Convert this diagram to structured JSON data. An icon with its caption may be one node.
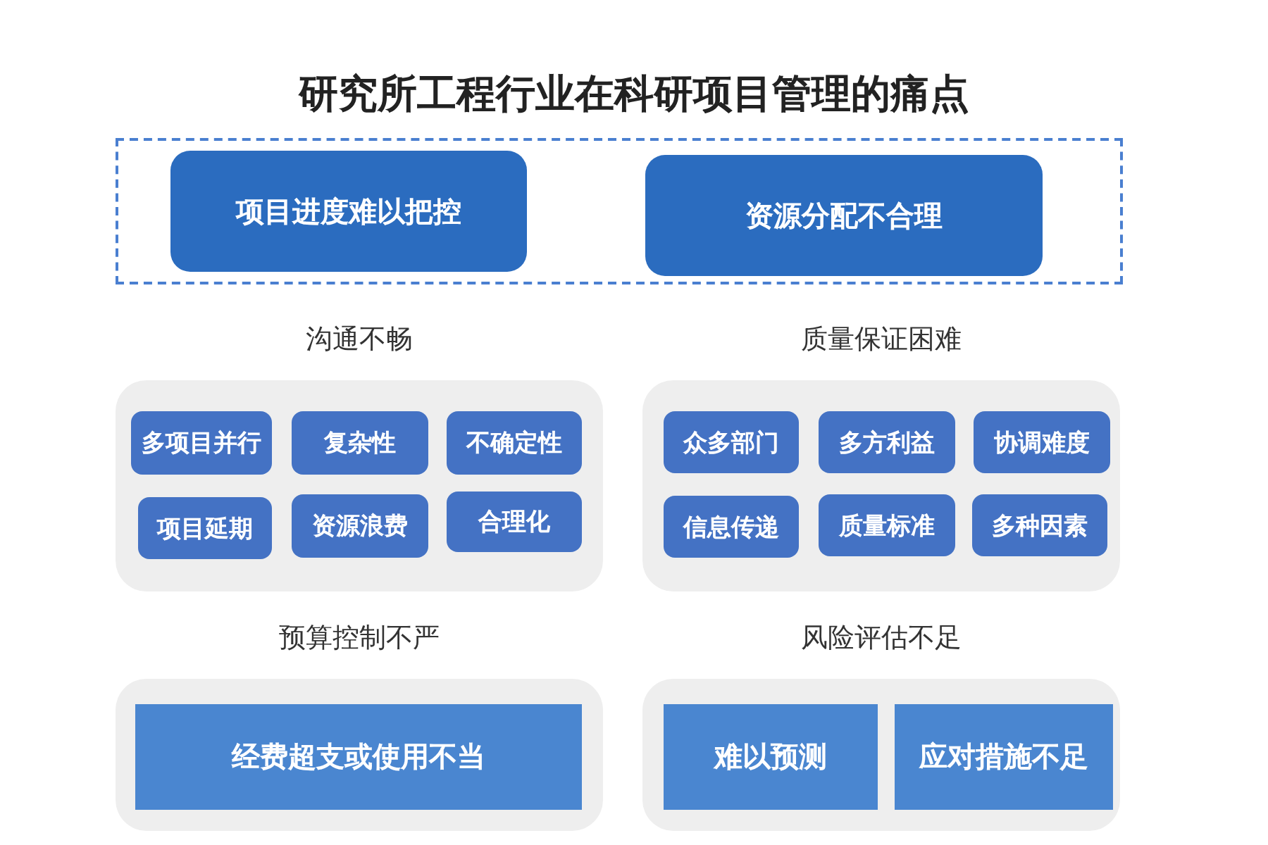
{
  "diagram": {
    "title": "研究所工程行业在科研项目管理的痛点",
    "nodes": [
      {
        "text": [],
        "shape": "box"
      },
      {
        "text": [
          "项目进度难以把控"
        ],
        "in": 0
      },
      {
        "text": [
          "资源分配不合理"
        ],
        "in": 0
      },
      {
        "text": [
          "沟通不畅"
        ]
      },
      {
        "text": [
          "多项目并行"
        ],
        "in": 3
      },
      {
        "text": [
          "复杂性"
        ],
        "in": 3
      },
      {
        "text": [
          "不确定性"
        ],
        "in": 3
      },
      {
        "text": [
          "项目延期"
        ],
        "in": 3
      },
      {
        "text": [
          "资源浪费"
        ],
        "in": 3
      },
      {
        "text": [
          "合理化"
        ],
        "in": 3
      },
      {
        "text": [
          "质量保证困难"
        ]
      },
      {
        "text": [
          "众多部门"
        ],
        "in": 10
      },
      {
        "text": [
          "多方利益"
        ],
        "in": 10
      },
      {
        "text": [
          "协调难度"
        ],
        "in": 10
      },
      {
        "text": [
          "信息传递"
        ],
        "in": 10
      },
      {
        "text": [
          "质量标准"
        ],
        "in": 10
      },
      {
        "text": [
          "多种因素"
        ],
        "in": 10
      },
      {
        "text": [
          "预算控制不严"
        ]
      },
      {
        "text": [
          "经费超支或使用不当"
        ],
        "in": 17
      },
      {
        "text": [
          "风险评估不足"
        ]
      },
      {
        "text": [
          "难以预测"
        ],
        "in": 19
      },
      {
        "text": [
          "应对措施不足"
        ],
        "in": 19
      }
    ],
    "edges": []
  }
}
